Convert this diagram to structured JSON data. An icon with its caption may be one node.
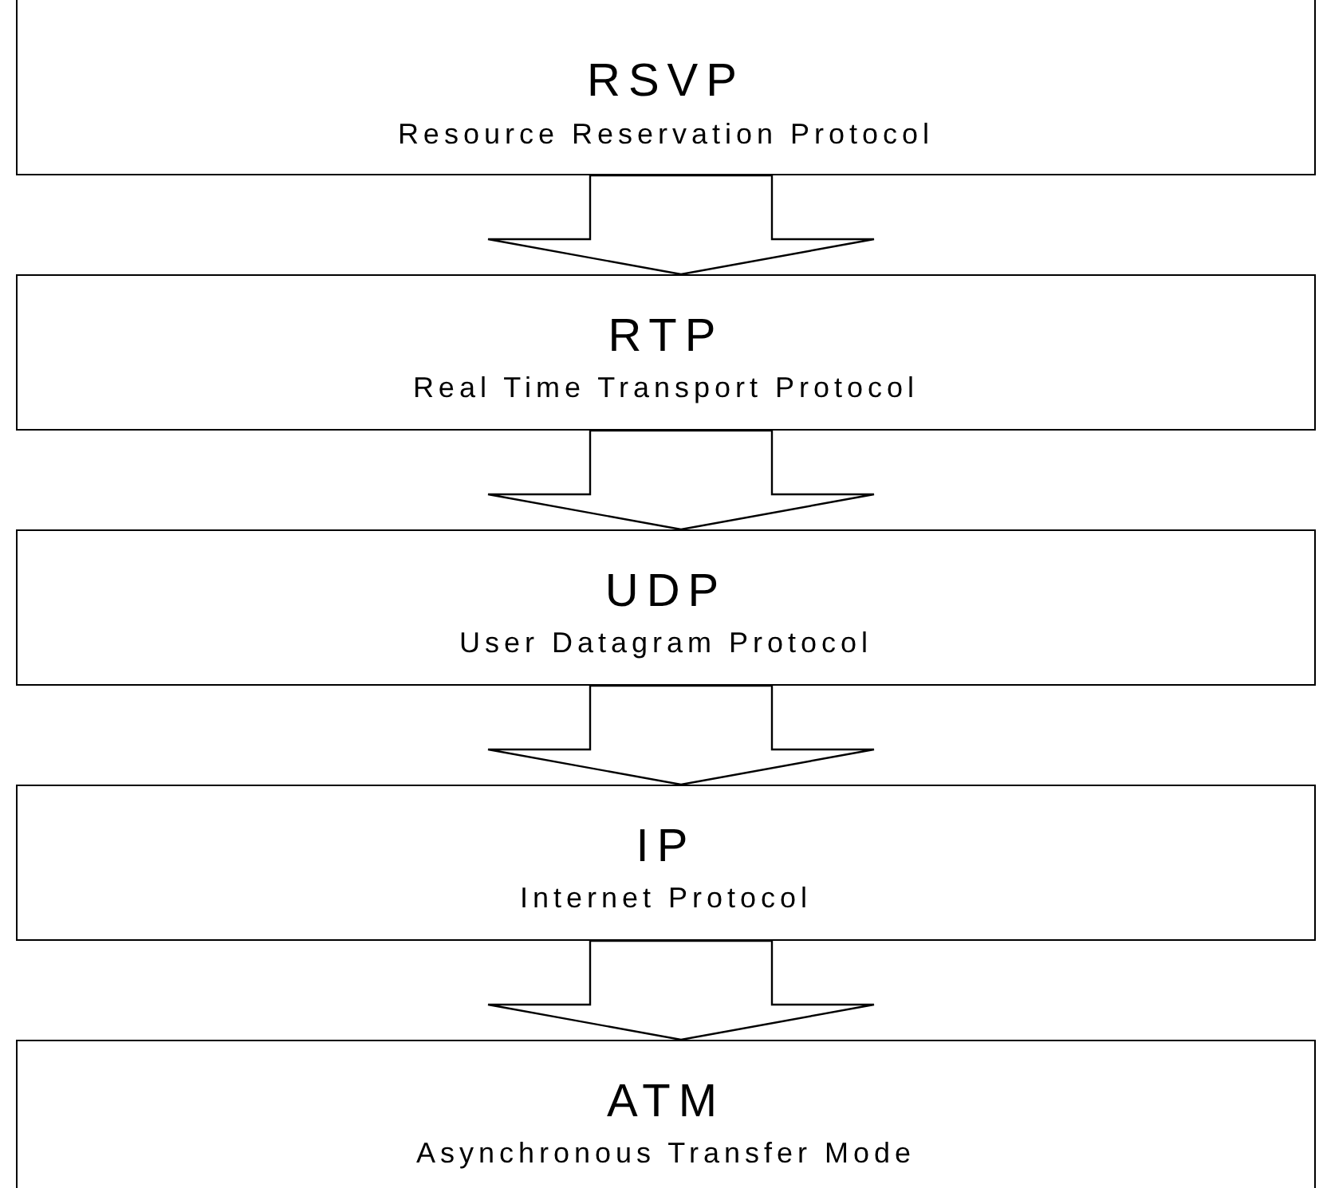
{
  "diagram": {
    "nodes": [
      {
        "text": [
          "RSVP",
          "Resource Reservation Protocol"
        ]
      },
      {
        "text": [
          "RTP",
          "Real Time Transport Protocol"
        ]
      },
      {
        "text": [
          "UDP",
          "User Datagram Protocol"
        ]
      },
      {
        "text": [
          "IP",
          "Internet Protocol"
        ]
      },
      {
        "text": [
          "ATM",
          "Asynchronous Transfer Mode"
        ]
      }
    ],
    "edges": [
      {
        "from": 0,
        "to": 1,
        "arrow": "to"
      },
      {
        "from": 1,
        "to": 2,
        "arrow": "to"
      },
      {
        "from": 2,
        "to": 3,
        "arrow": "to"
      },
      {
        "from": 3,
        "to": 4,
        "arrow": "to"
      }
    ]
  }
}
